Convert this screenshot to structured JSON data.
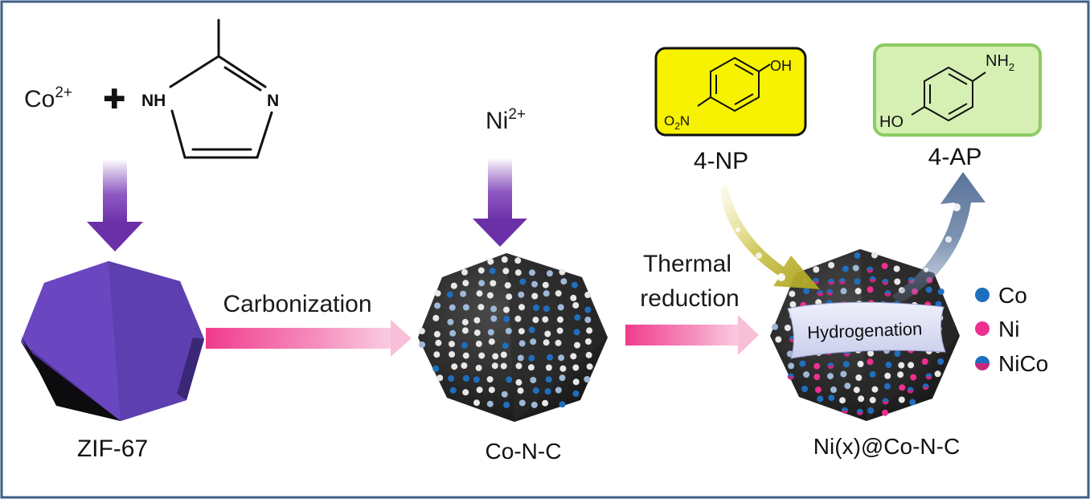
{
  "colors": {
    "frame": "#3f5f86",
    "purple_arrow": "#6b2fa8",
    "pink_arrow": "#f03a8c",
    "zif_purple": "#5a3c9e",
    "co_blue": "#1f6fbf",
    "ni_pink": "#ef2f8f",
    "np_box": "#f6f200",
    "ap_box": "#d6f0b4",
    "ap_border": "#8ccb62",
    "hydrogenation_band": "#d9dcf3"
  },
  "reactants": {
    "cobalt": "Co",
    "cobalt_charge": "2+",
    "plus": "✚",
    "ligand_nh": "NH",
    "ligand_n": "N"
  },
  "stage1": {
    "label": "ZIF-67"
  },
  "step1": {
    "label": "Carbonization"
  },
  "stage2": {
    "label": "Co-N-C",
    "nickel": "Ni",
    "nickel_charge": "2+"
  },
  "step2": {
    "line1": "Thermal",
    "line2": "reduction"
  },
  "stage3": {
    "label": "Ni(x)@Co-N-C",
    "band_label": "Hydrogenation"
  },
  "substrate": {
    "label": "4-NP",
    "oh": "OH",
    "nitro": "O",
    "nitro_sub": "2",
    "nitro_n": "N"
  },
  "product": {
    "label": "4-AP",
    "nh": "NH",
    "nh_sub": "2",
    "ho": "HO"
  },
  "legend": [
    {
      "label": "Co",
      "swatch": "co"
    },
    {
      "label": "Ni",
      "swatch": "ni"
    },
    {
      "label": "NiCo",
      "swatch": "nico"
    }
  ]
}
